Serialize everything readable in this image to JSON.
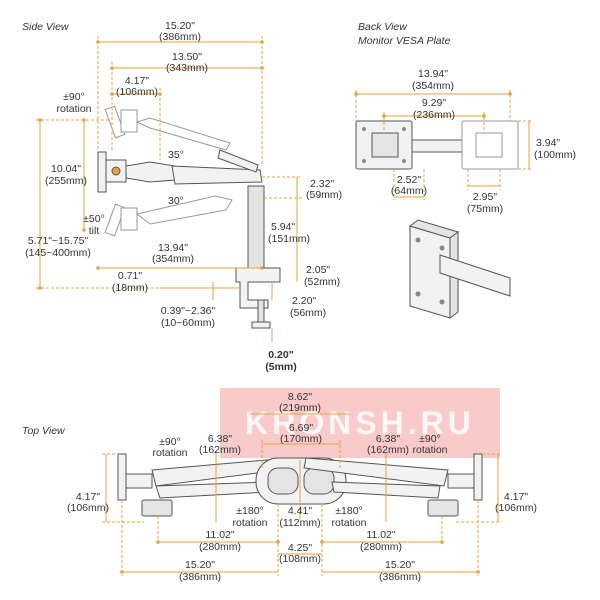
{
  "sections": {
    "side_view": "Side View",
    "back_view": "Back View",
    "vesa_plate": "Monitor VESA Plate",
    "top_view": "Top View"
  },
  "side": {
    "overall_in": "15.20\"",
    "overall_mm": "(386mm)",
    "arm_in": "13.50\"",
    "arm_mm": "(343mm)",
    "fore_in": "4.17\"",
    "fore_mm": "(106mm)",
    "rot": "±90°",
    "rot_word": "rotation",
    "head_in": "10.04\"",
    "head_mm": "(255mm)",
    "angle_up": "35°",
    "angle_down": "30°",
    "tilt": "±50°",
    "tilt_word": "tilt",
    "height_in": "5.71\"~15.75\"",
    "height_mm": "(145~400mm)",
    "reach_in": "13.94\"",
    "reach_mm": "(354mm)",
    "top_in": "2.32\"",
    "top_mm": "(59mm)",
    "pole_in": "5.94\"",
    "pole_mm": "(151mm)",
    "base_in": "2.05\"",
    "base_mm": "(52mm)",
    "off_in": "0.71\"",
    "off_mm": "(18mm)",
    "clamp_in": "2.20\"",
    "clamp_mm": "(56mm)",
    "desk_in": "0.39\"~2.36\"",
    "desk_mm": "(10~60mm)",
    "min_in": "0.20\"",
    "min_mm": "(5mm)"
  },
  "back": {
    "total_in": "13.94\"",
    "total_mm": "(354mm)",
    "span_in": "9.29\"",
    "span_mm": "(236mm)",
    "plate_h_in": "3.94\"",
    "plate_h_mm": "(100mm)",
    "plate_w_in": "2.52\"",
    "plate_w_mm": "(64mm)",
    "vesa_in": "2.95\"",
    "vesa_mm": "(75mm)"
  },
  "top": {
    "center_in": "8.62\"",
    "center_mm": "(219mm)",
    "inner_in": "6.69\"",
    "inner_mm": "(170mm)",
    "rot": "±90°",
    "rot_word": "rotation",
    "arm_in": "6.38\"",
    "arm_mm": "(162mm)",
    "head_in": "4.17\"",
    "head_mm": "(106mm)",
    "rot180": "±180°",
    "rot180_word": "rotation",
    "mid_in": "4.41\"",
    "mid_mm": "(112mm)",
    "half_in": "11.02\"",
    "half_mm": "(280mm)",
    "base_in": "4.25\"",
    "base_mm": "(108mm)",
    "total_in": "15.20\"",
    "total_mm": "(386mm)"
  },
  "watermark": "KRONSH.RU",
  "colors": {
    "dimension": "#e8a23a",
    "watermark": "#e65a5a",
    "outline": "#555555"
  }
}
